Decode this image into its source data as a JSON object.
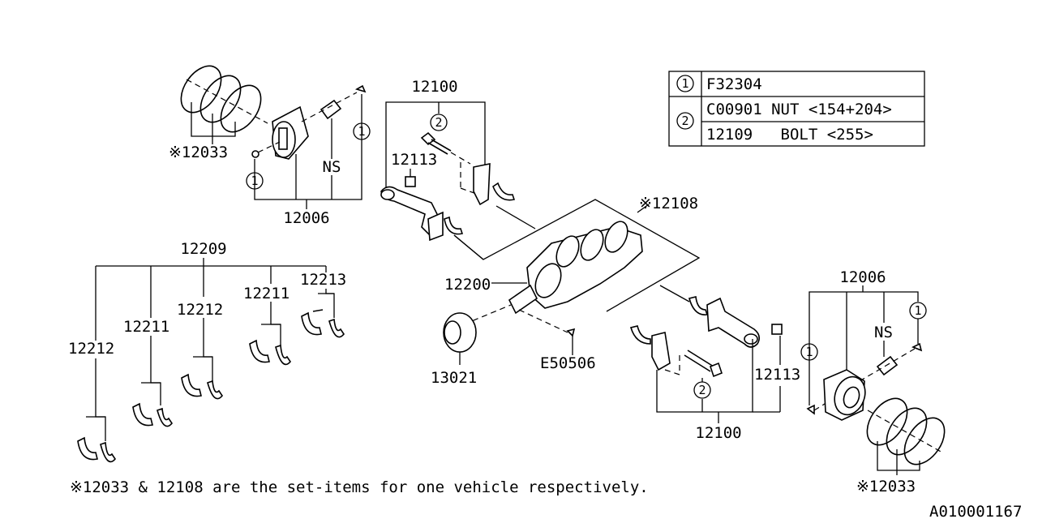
{
  "labels": {
    "ring_set_top": "※12033",
    "piston_top": "12006",
    "ns_top": "NS",
    "conrod_top": "12100",
    "bolt_top": "12113",
    "crank_set": "※12108",
    "bearing_group": "12209",
    "bearing_a": "12212",
    "bearing_b": "12211",
    "bearing_c": "12212",
    "bearing_d": "12211",
    "bearing_e": "12213",
    "crankshaft": "12200",
    "sprocket": "13021",
    "key": "E50506",
    "piston_bottom": "12006",
    "ns_bottom": "NS",
    "bolt_bottom": "12113",
    "conrod_bottom": "12100",
    "ring_set_bottom": "※12033",
    "circle_1": "1",
    "circle_2": "2"
  },
  "legend": {
    "row1_marker": "1",
    "row1_text": "F32304",
    "row2_marker": "2",
    "row2a_text": "C00901 NUT <154+204>",
    "row2b_text": "12109   BOLT <255>"
  },
  "footnote": "※12033 & 12108 are the set-items for one vehicle respectively.",
  "diagram_code": "A010001167"
}
